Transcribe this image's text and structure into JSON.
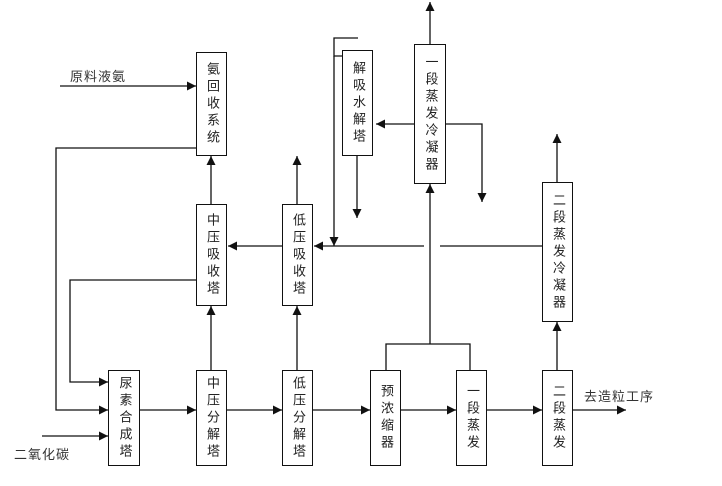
{
  "labels": {
    "raw_ammonia": "原料液氨",
    "co2": "二氧化碳",
    "to_granulation": "去造粒工序"
  },
  "units": {
    "ammonia_recovery": "氨回收系统",
    "mp_absorber": "中压吸收塔",
    "lp_absorber": "低压吸收塔",
    "desorber": "解吸水解塔",
    "evap1_condenser": "一段蒸发冷凝器",
    "evap2_condenser": "二段蒸发冷凝器",
    "synthesis": "尿素合成塔",
    "mp_decomposer": "中压分解塔",
    "lp_decomposer": "低压分解塔",
    "pre_concentrator": "预浓缩器",
    "evap1": "一段蒸发",
    "evap2": "二段蒸发"
  }
}
